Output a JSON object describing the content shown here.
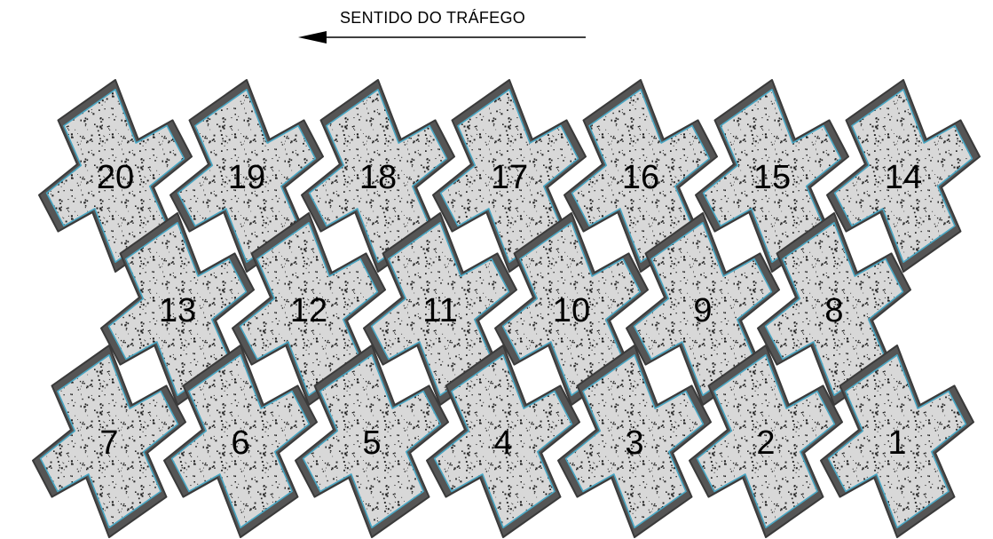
{
  "header": {
    "traffic_label": "SENTIDO DO TRÁFEGO",
    "arrow_direction": "left"
  },
  "pattern": {
    "top_row": [
      "20",
      "19",
      "18",
      "17",
      "16",
      "15",
      "14"
    ],
    "middle_row": [
      "13",
      "12",
      "11",
      "10",
      "9",
      "8"
    ],
    "bottom_row": [
      "7",
      "6",
      "5",
      "4",
      "3",
      "2",
      "1"
    ]
  },
  "colors": {
    "block_fill": "#d8d8d8",
    "block_border": "#555555",
    "inner_edge": "#49a7c4",
    "speckle": "#222222"
  }
}
